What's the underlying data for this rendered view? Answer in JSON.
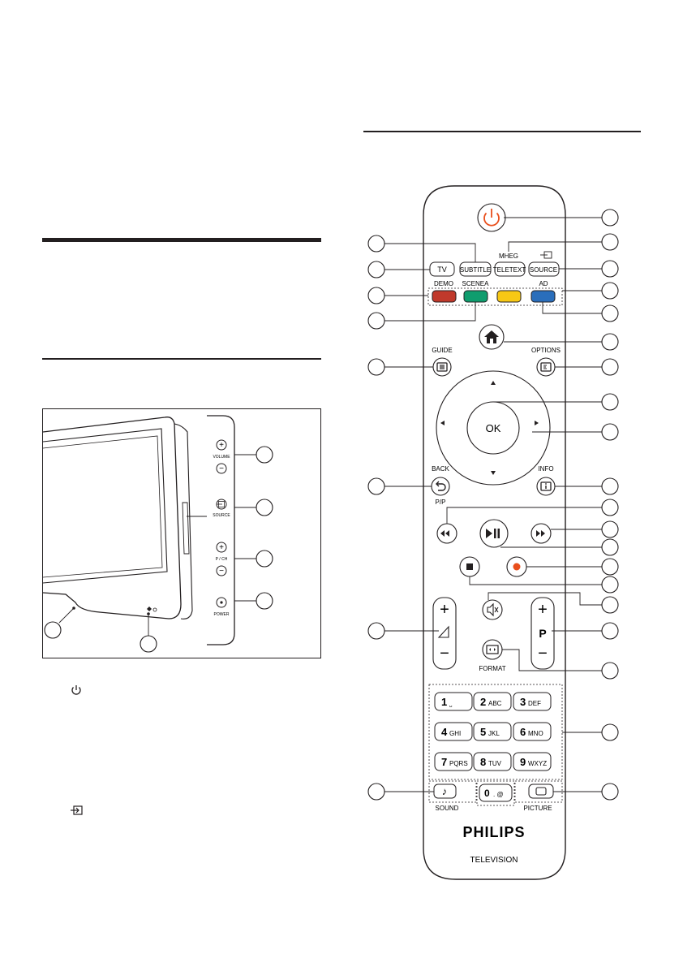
{
  "side_panel": {
    "volume_label": "VOLUME",
    "source_label": "SOURCE",
    "pch_label": "P / CH",
    "power_label": "POWER",
    "plus": "+",
    "minus": "−"
  },
  "left_notes": {
    "power_symbol_icon": "power-icon",
    "source_symbol_icon": "source-icon"
  },
  "remote": {
    "subtitle": "SUBTITLE",
    "mheg": "MHEG",
    "teletext": "TELETEXT",
    "source": "SOURCE",
    "tv": "TV",
    "demo": "DEMO",
    "scenea": "SCENEA",
    "ad": "AD",
    "guide": "GUIDE",
    "options": "OPTIONS",
    "ok": "OK",
    "back": "BACK",
    "pp": "P/P",
    "info": "INFO",
    "format": "FORMAT",
    "sound": "SOUND",
    "picture": "PICTURE",
    "brand": "PHILIPS",
    "model": "TELEVISION",
    "plus": "+",
    "minus": "−",
    "p": "P",
    "keys": [
      "1",
      "2",
      "3",
      "4",
      "5",
      "6",
      "7",
      "8",
      "9",
      "0"
    ],
    "key_subs": [
      "⎵",
      "ABC",
      "DEF",
      "GHI",
      "JKL",
      "MNO",
      "PQRS",
      "TUV",
      "WXYZ",
      ". @"
    ],
    "colors": {
      "power": "#e94e1b",
      "red": "#c0392b",
      "green": "#0f9d6e",
      "yellow": "#f7c815",
      "blue": "#2a6ebb",
      "record": "#e94e1b"
    }
  }
}
